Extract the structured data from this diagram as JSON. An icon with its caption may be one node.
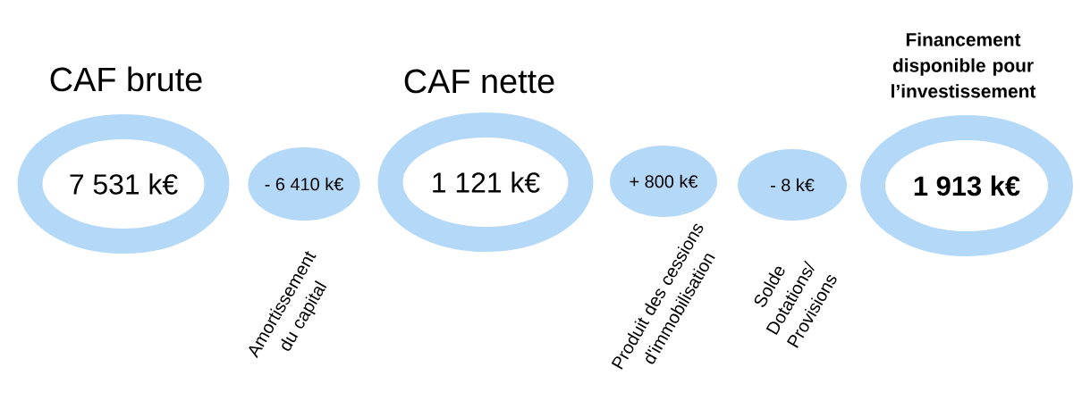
{
  "diagram": {
    "nodes": [
      {
        "text": [
          "CAF brute",
          "7 531 k€"
        ]
      },
      {
        "text": [
          "- 6 410 k€"
        ],
        "beside": [
          "Amortissement du capital"
        ]
      },
      {
        "text": [
          "CAF nette",
          "1 121 k€"
        ]
      },
      {
        "text": [
          "+ 800 k€"
        ],
        "beside": [
          "Produit des cessions d'immobilisation"
        ]
      },
      {
        "text": [
          "- 8 k€"
        ],
        "beside": [
          "Solde Dotations/ Provisions"
        ]
      },
      {
        "text": [
          "Financement disponible pour l’investissement",
          "1 913 k€"
        ]
      }
    ]
  }
}
